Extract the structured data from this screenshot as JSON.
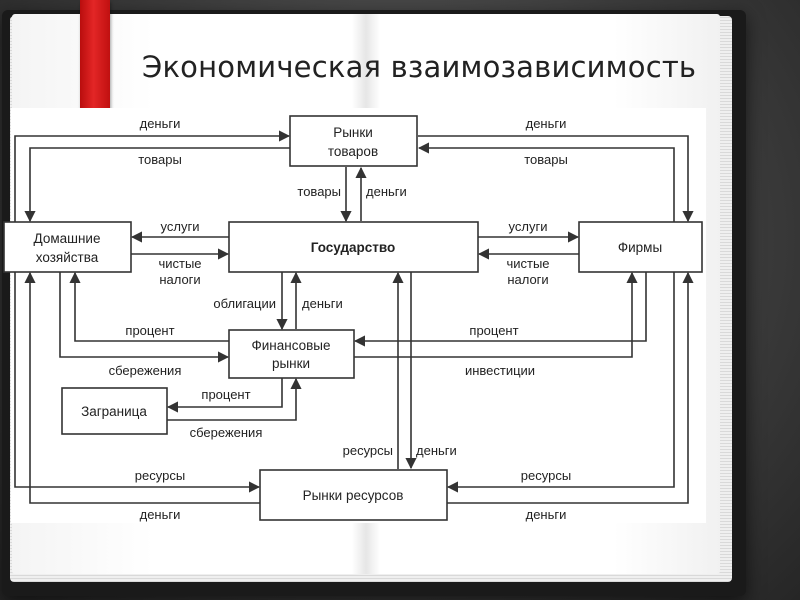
{
  "title": "Экономическая взаимозависимость",
  "boxes": {
    "goods_markets": [
      "Рынки",
      "товаров"
    ],
    "households": [
      "Домашние",
      "хозяйства"
    ],
    "government": "Государство",
    "firms": "Фирмы",
    "financial_markets": [
      "Финансовые",
      "рынки"
    ],
    "abroad": "Заграница",
    "resource_markets": "Рынки ресурсов"
  },
  "labels": {
    "money_top_left": "деньги",
    "goods_top_left": "товары",
    "money_top_right": "деньги",
    "goods_top_right": "товары",
    "goods_center": "товары",
    "money_center": "деньги",
    "services_left": "услуги",
    "net_taxes_left": [
      "чистые",
      "налоги"
    ],
    "services_right": "услуги",
    "net_taxes_right": [
      "чистые",
      "налоги"
    ],
    "bonds": "облигации",
    "money_fin": "деньги",
    "interest_left": "процент",
    "savings_left": "сбережения",
    "interest_right": "процент",
    "investment": "инвестиции",
    "interest_abroad": "процент",
    "savings_abroad": "сбережения",
    "resources_center": "ресурсы",
    "money_res_center": "деньги",
    "resources_left": "ресурсы",
    "money_bottom_left": "деньги",
    "resources_right": "ресурсы",
    "money_bottom_right": "деньги"
  }
}
